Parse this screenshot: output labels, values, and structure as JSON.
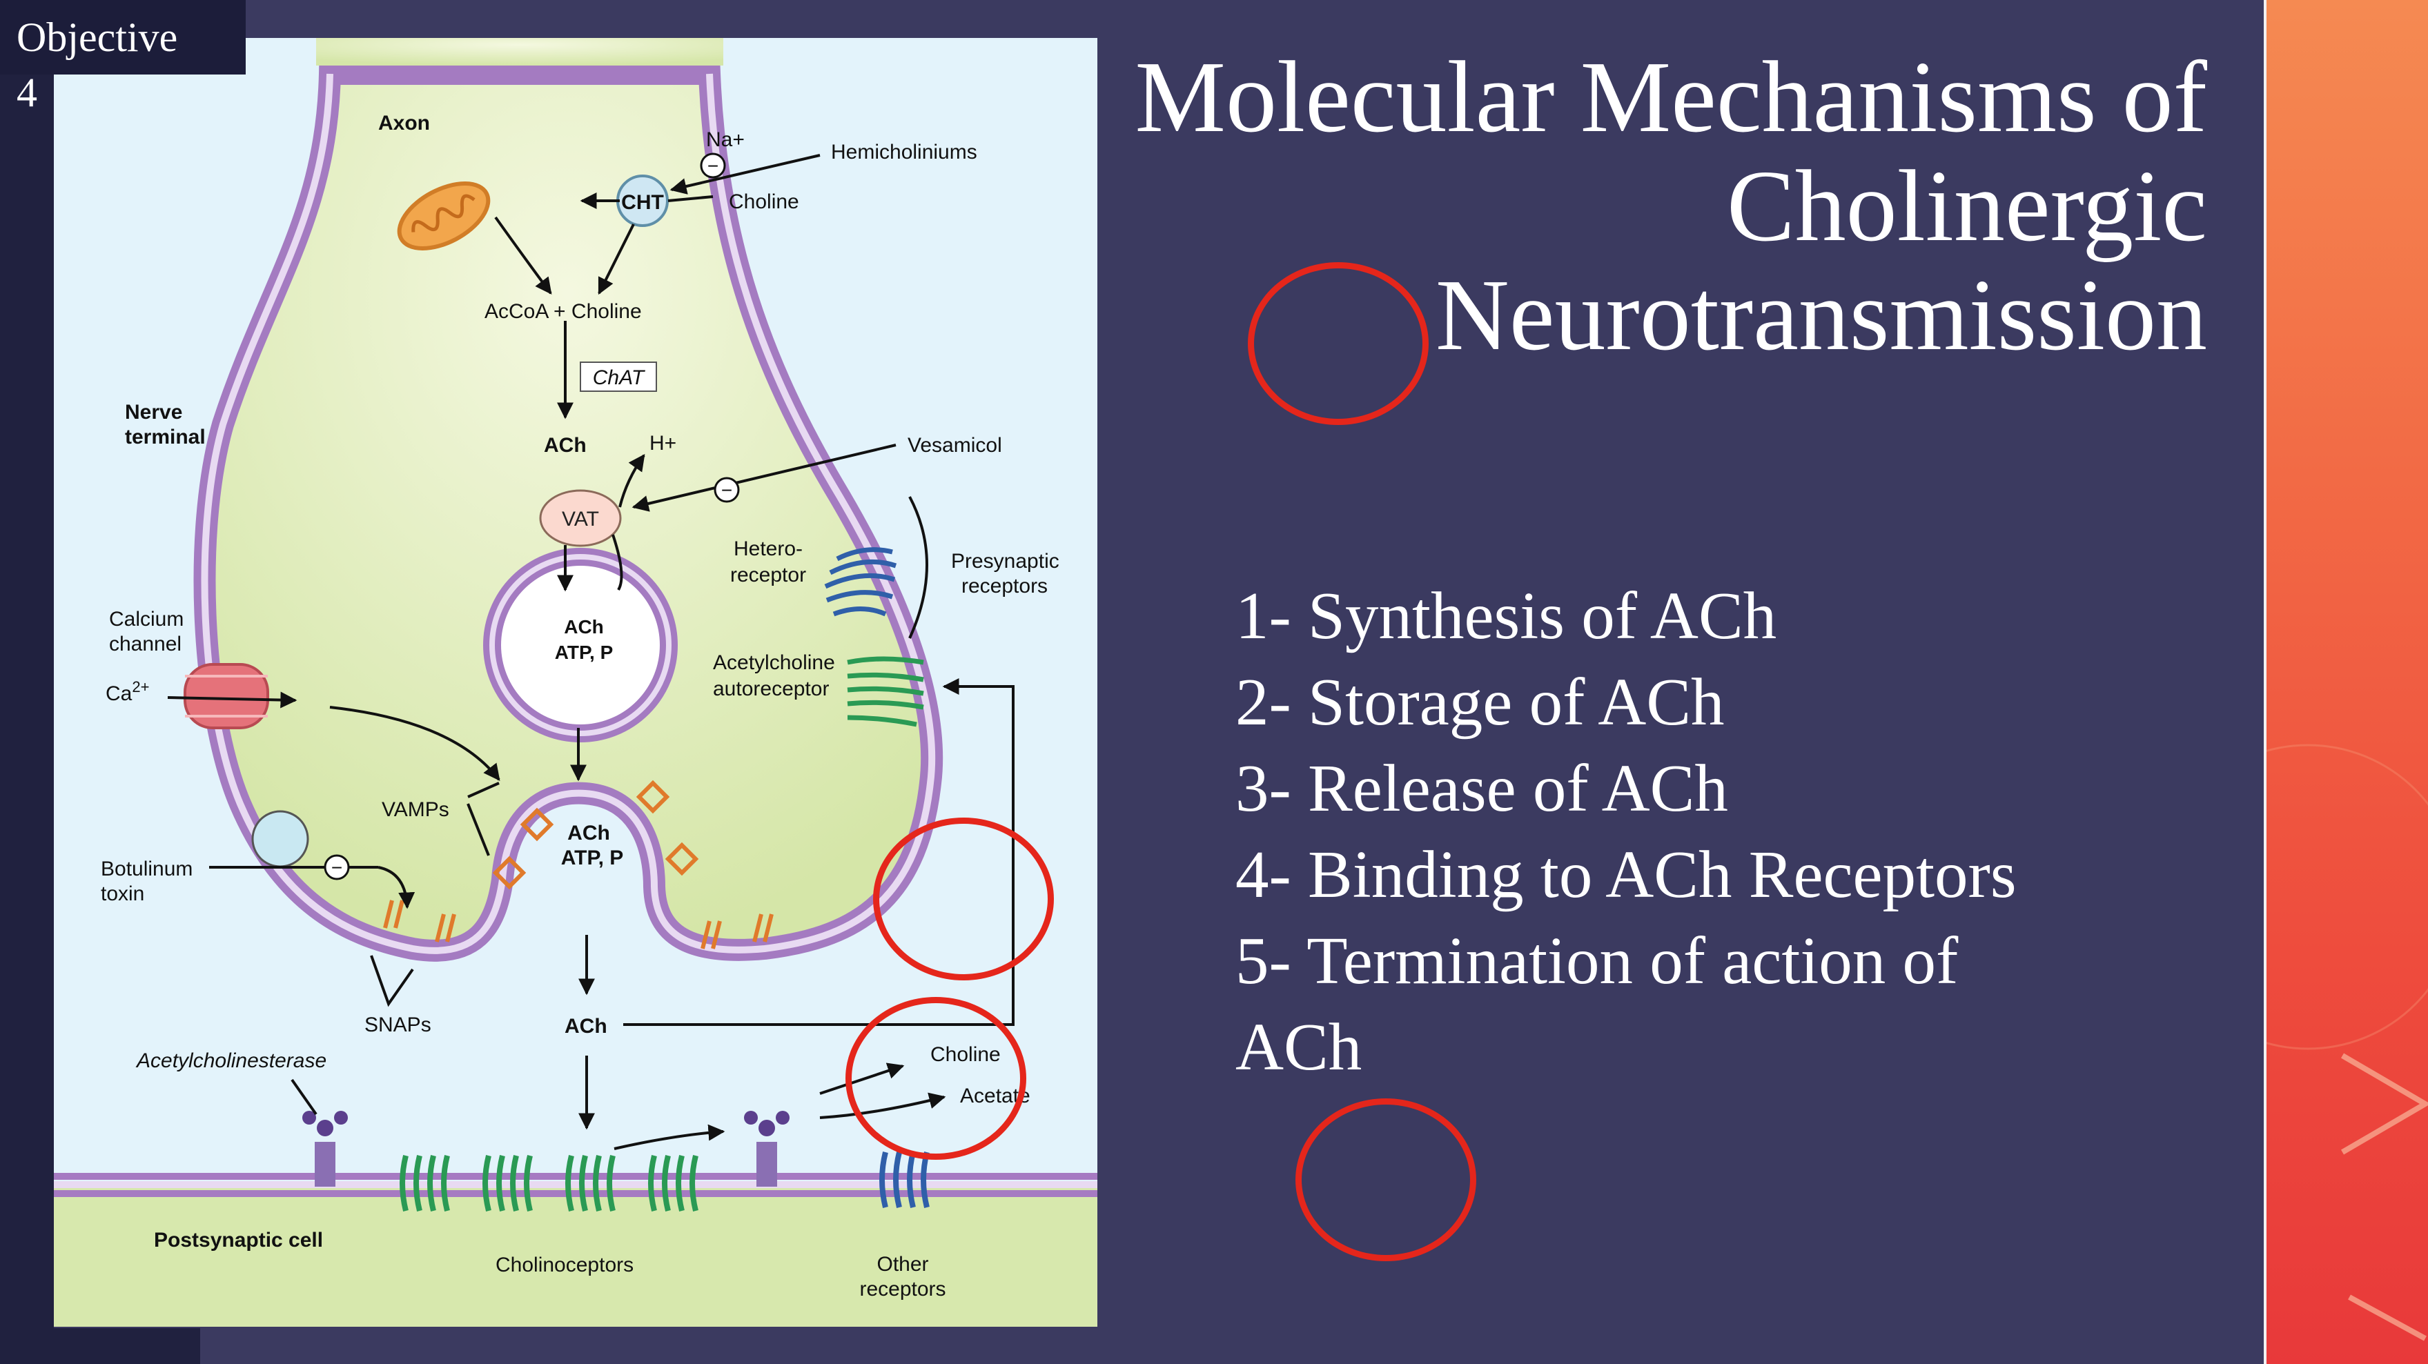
{
  "slide": {
    "objective_tab": {
      "line1": "Objective",
      "line2": "4"
    },
    "title_lines": [
      "Molecular Mechanisms of",
      "Cholinergic",
      "Neurotransmission"
    ],
    "objectives": [
      "1- Synthesis of ACh",
      "2- Storage of ACh",
      "3- Release of ACh",
      "4- Binding to ACh Receptors",
      "5- Termination of action of",
      "ACh"
    ],
    "colors": {
      "background": "#3b3a60",
      "accent_panel": "#f26a45",
      "annotation_circle": "#e5261b",
      "title_text": "#ffffff"
    }
  },
  "diagram": {
    "labels": {
      "axon": "Axon",
      "na_plus": "Na+",
      "hemicholiniums": "Hemicholiniums",
      "cht": "CHT",
      "choline_top": "Choline",
      "accoa_choline": "AcCoA + Choline",
      "chat": "ChAT",
      "nerve_terminal_1": "Nerve",
      "nerve_terminal_2": "terminal",
      "ach_cytosol": "ACh",
      "h_plus": "H+",
      "vesamicol": "Vesamicol",
      "vat": "VAT",
      "hetero_1": "Hetero-",
      "hetero_2": "receptor",
      "presynaptic_1": "Presynaptic",
      "presynaptic_2": "receptors",
      "vesicle_1": "ACh",
      "vesicle_2": "ATP, P",
      "calcium_1": "Calcium",
      "calcium_2": "channel",
      "ca_base": "Ca",
      "ca_sup": "2+",
      "auto_1": "Acetylcholine",
      "auto_2": "autoreceptor",
      "vamps": "VAMPs",
      "fusing_1": "ACh",
      "fusing_2": "ATP, P",
      "botulinum_1": "Botulinum",
      "botulinum_2": "toxin",
      "snaps": "SNAPs",
      "ach_cleft": "ACh",
      "acetylcholinesterase": "Acetylcholinesterase",
      "choline_bottom": "Choline",
      "acetate": "Acetate",
      "postsynaptic": "Postsynaptic cell",
      "cholinoceptors": "Cholinoceptors",
      "other_1": "Other",
      "other_2": "receptors",
      "inhibit": "−"
    }
  }
}
